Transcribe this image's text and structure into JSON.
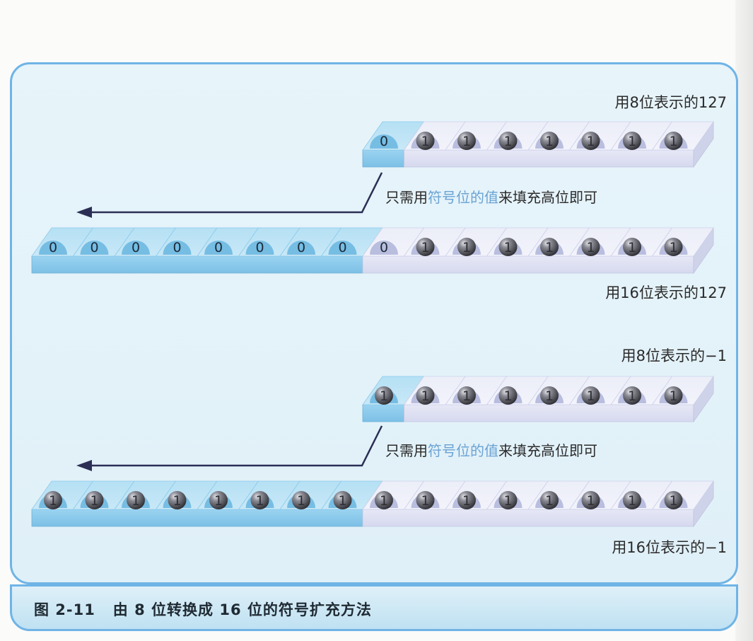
{
  "labels": {
    "top_8bit": "用8位表示的127",
    "top_16bit": "用16位表示的127",
    "bottom_8bit": "用8位表示的−1",
    "bottom_16bit": "用16位表示的−1"
  },
  "note": {
    "prefix": "只需用",
    "highlight": "符号位的值",
    "suffix": "来填充高位即可"
  },
  "caption": "图 2-11   由 8 位转换成 16 位的符号扩充方法",
  "rows": {
    "top_8bit_bits": [
      "0",
      "1",
      "1",
      "1",
      "1",
      "1",
      "1",
      "1"
    ],
    "top_16bit_bits": [
      "0",
      "0",
      "0",
      "0",
      "0",
      "0",
      "0",
      "0",
      "0",
      "1",
      "1",
      "1",
      "1",
      "1",
      "1",
      "1"
    ],
    "bottom_8bit_bits": [
      "1",
      "1",
      "1",
      "1",
      "1",
      "1",
      "1",
      "1"
    ],
    "bottom_16bit_bits": [
      "1",
      "1",
      "1",
      "1",
      "1",
      "1",
      "1",
      "1",
      "1",
      "1",
      "1",
      "1",
      "1",
      "1",
      "1",
      "1"
    ]
  },
  "colors": {
    "border": "#6fb4e6",
    "panel_bg": "#e4f3f9",
    "blue_block": "#8dcbec",
    "lavender_block": "#dfe2f4",
    "ball_dark": "#4d4d55",
    "highlight_text": "#6aa3d4",
    "arrow": "#2b2f55"
  }
}
